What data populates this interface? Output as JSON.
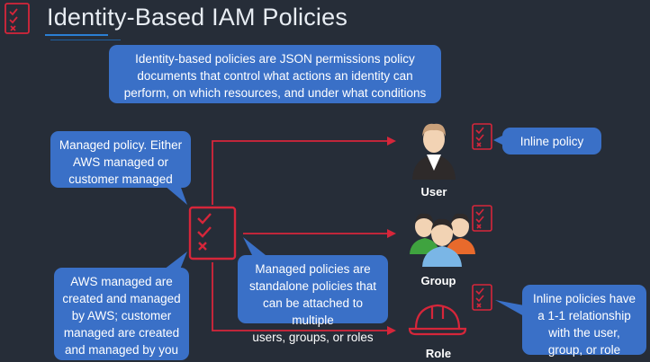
{
  "title": "Identity-Based IAM Policies",
  "callouts": {
    "definition": "Identity-based policies are JSON permissions policy\ndocuments that control what actions an identity can\nperform, on which resources, and under what conditions",
    "managed_policy": "Managed policy. Either\nAWS managed or\ncustomer managed",
    "aws_managed": "AWS managed are\ncreated and managed\nby AWS; customer\nmanaged are created\nand managed by you",
    "standalone": "Managed policies are\nstandalone policies that\ncan be attached to multiple\nusers, groups, or roles",
    "inline_policy": "Inline policy",
    "inline_relationship": "Inline policies have\na 1-1 relationship\nwith the user,\ngroup, or role"
  },
  "identities": {
    "user": "User",
    "group": "Group",
    "role": "Role"
  },
  "colors": {
    "background": "#262d38",
    "callout": "#3a70c7",
    "arrow": "#d6263a",
    "accent": "#2a7fd4"
  },
  "icons": [
    "checklist-icon",
    "user-icon",
    "group-icon",
    "role-helmet-icon"
  ]
}
